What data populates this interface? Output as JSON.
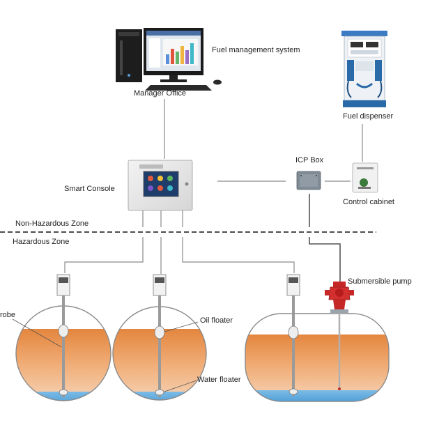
{
  "labels": {
    "fuel_management_system": "Fuel  management system",
    "manager_office": "Manager Office",
    "fuel_dispenser": "Fuel dispenser",
    "icp_box": "ICP Box",
    "smart_console": "Smart Console",
    "control_cabinet": "Control cabinet",
    "non_hazardous_zone": "Non-Hazardous Zone",
    "hazardous_zone": "Hazardous Zone",
    "submersible_pump": "Submersible pump",
    "probe": "robe",
    "oil_floater": "Oil floater",
    "water_floater": "Water floater"
  },
  "colors": {
    "fuel": "#e48a44",
    "water": "#6ab0e0",
    "line": "#777777",
    "dispenser": "#2a6aa8",
    "pump": "#c62828"
  }
}
